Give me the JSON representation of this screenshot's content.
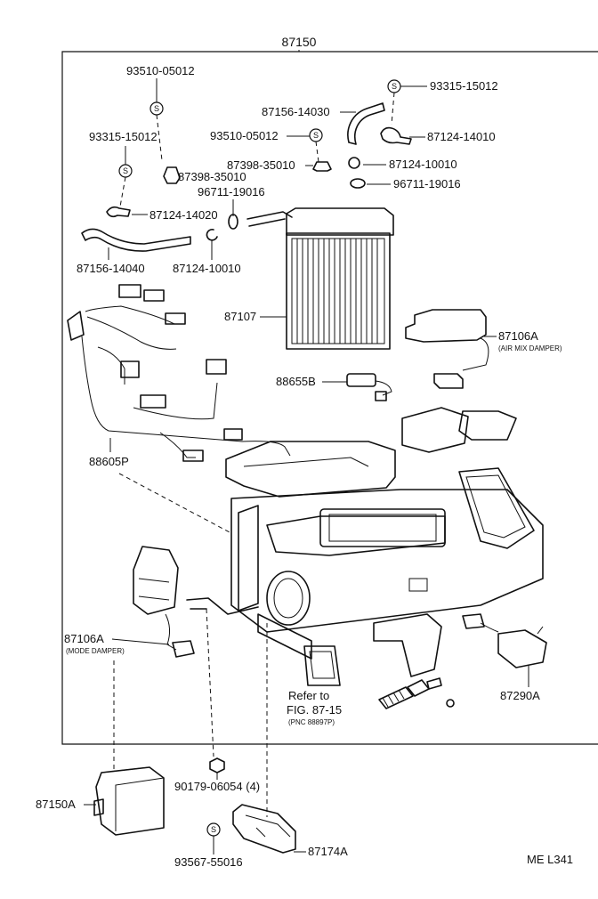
{
  "assembly_number": "87150",
  "footer_code": "ME  L341",
  "symbol_letter": "S",
  "labels": {
    "p93510_top": "93510-05012",
    "p93315_right": "93315-15012",
    "p87156_14030": "87156-14030",
    "p93510_mid": "93510-05012",
    "p87124_14010": "87124-14010",
    "p93315_left": "93315-15012",
    "p87398_mid": "87398-35010",
    "p87124_10010_r": "87124-10010",
    "p87398_left": "87398-35010",
    "p96711_r": "96711-19016",
    "p96711_l": "96711-19016",
    "p87124_14020": "87124-14020",
    "p87156_14040": "87156-14040",
    "p87124_10010_l": "87124-10010",
    "p87107": "87107",
    "p87106A_r": "87106A",
    "p87106A_r_sub": "(AIR MIX DAMPER)",
    "p88655B": "88655B",
    "p88605P": "88605P",
    "p87106A_l": "87106A",
    "p87106A_l_sub": "(MODE DAMPER)",
    "refer_line1": "Refer to",
    "refer_line2": "FIG. 87-15",
    "refer_line3": "(PNC 88897P)",
    "p87290A": "87290A",
    "p90179": "90179-06054 (4)",
    "p87150A": "87150A",
    "p87174A": "87174A",
    "p93567": "93567-55016"
  }
}
